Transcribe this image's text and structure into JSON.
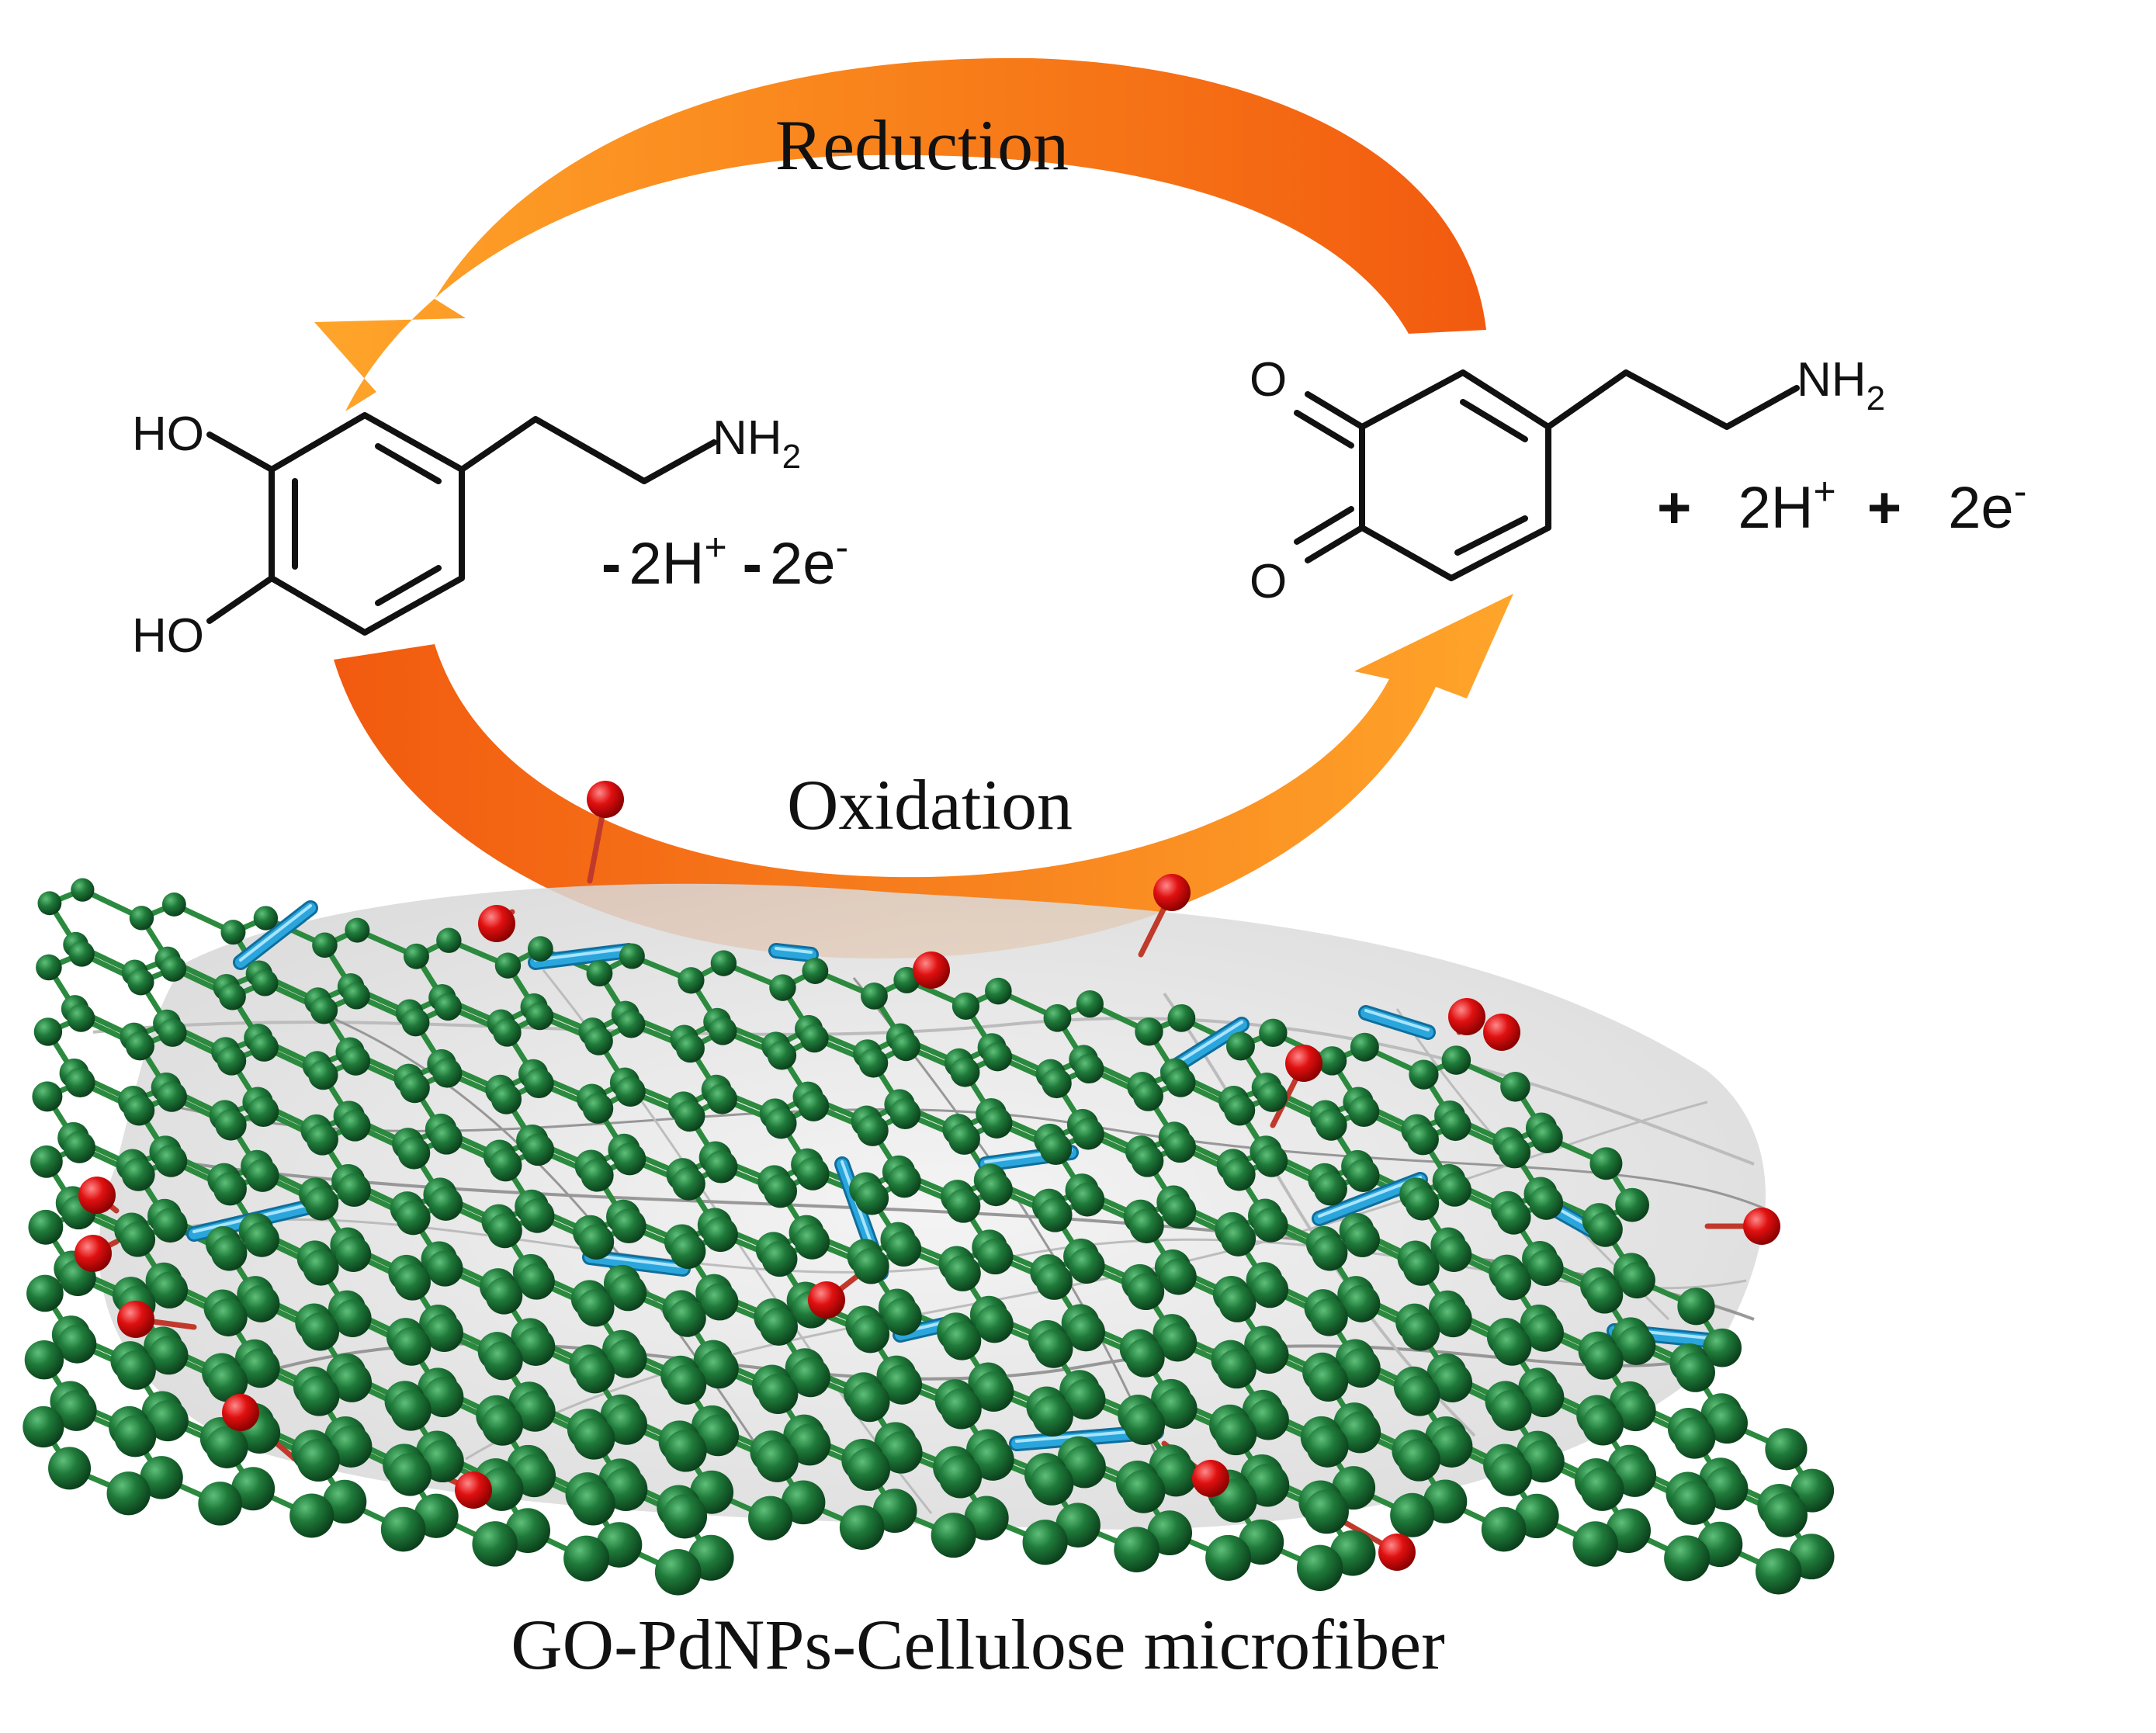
{
  "labels": {
    "reduction": "Reduction",
    "oxidation": "Oxidation",
    "caption": "GO-PdNPs-Cellulose microfiber"
  },
  "dopamine": {
    "ho_top": "HO",
    "ho_bottom": "HO",
    "nh2": "NH",
    "nh2_sub": "2",
    "loss": {
      "h_sign": "-",
      "h_coeff": "2H",
      "h_sup": "+",
      "e_sign": "-",
      "e_coeff": "2e",
      "e_sup": "-"
    }
  },
  "quinone": {
    "o_top": "O",
    "o_bottom": "O",
    "nh2": "NH",
    "nh2_sub": "2",
    "plus1": "+",
    "h": "2H",
    "h_sup": "+",
    "plus2": "+",
    "e": "2e",
    "e_sup": "-"
  },
  "colors": {
    "arrow_light": "#ffa52a",
    "arrow_dark": "#f25a0f",
    "carbon_atom": "#1f6b33",
    "oxygen_atom": "#e01010",
    "pd_rod": "#2aa6dc",
    "bond": "#2b8a3e",
    "fiber": "#bdbdbd"
  }
}
